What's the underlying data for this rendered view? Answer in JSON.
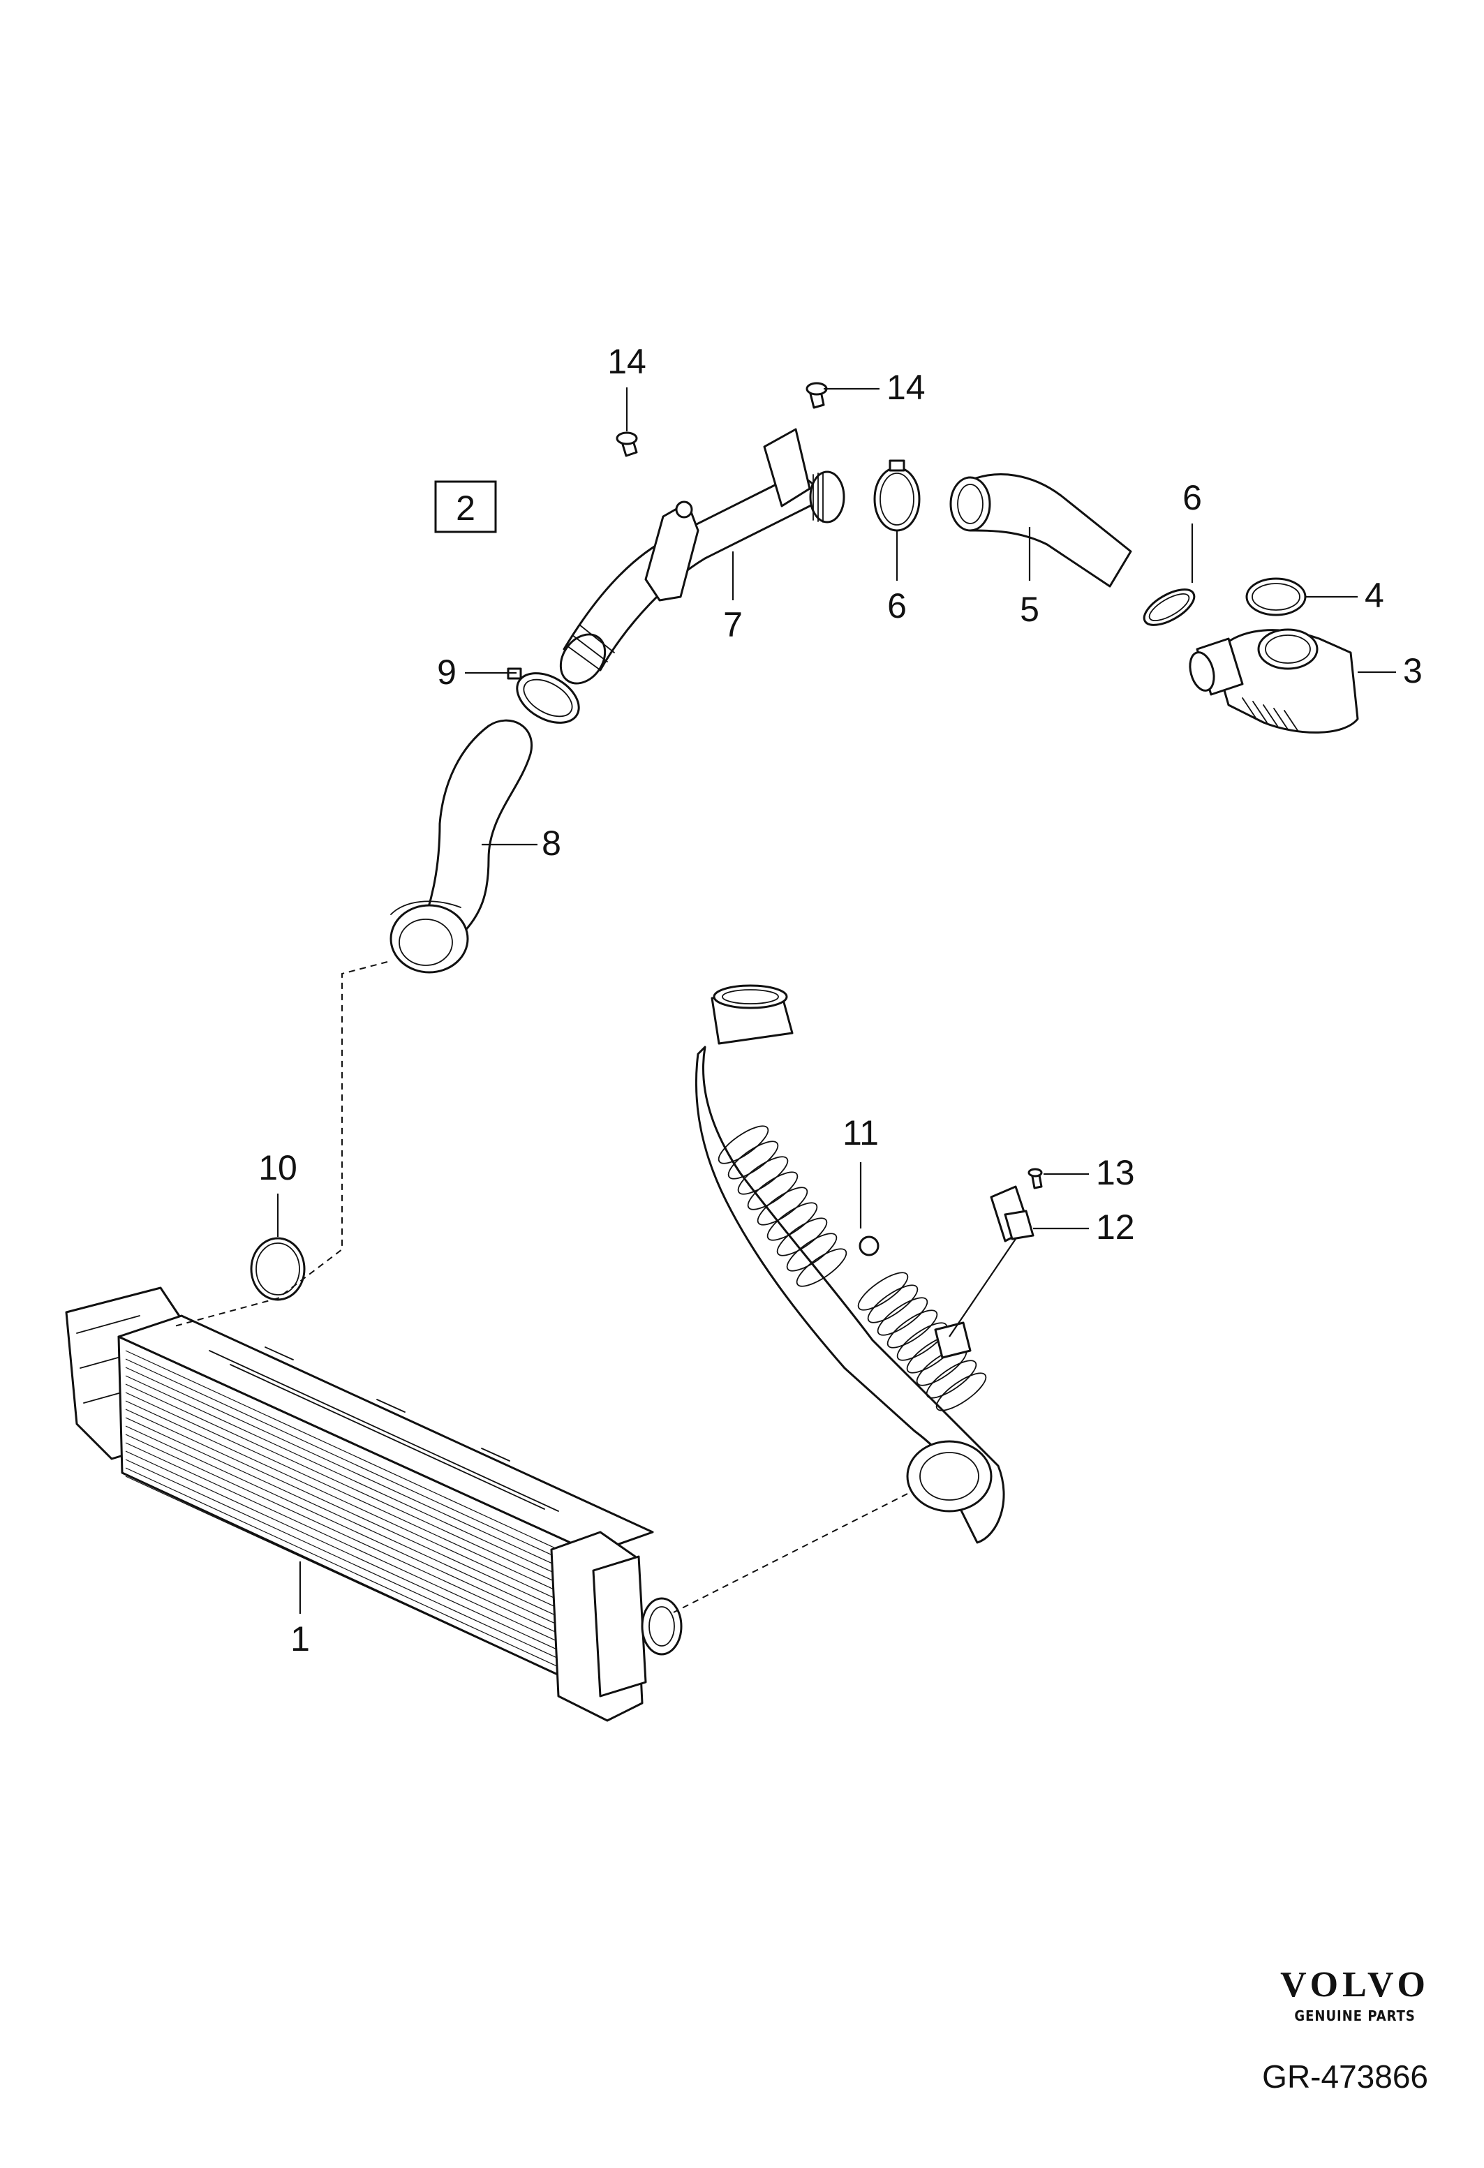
{
  "box_label": "2",
  "callouts": {
    "c1": "1",
    "c2_8": "8",
    "c3": "3",
    "c4": "4",
    "c5": "5",
    "c6a": "6",
    "c6b": "6",
    "c7": "7",
    "c9": "9",
    "c10": "10",
    "c11": "11",
    "c12": "12",
    "c13": "13",
    "c14a": "14",
    "c14b": "14"
  },
  "logo": {
    "wordmark": "VOLVO",
    "subtitle": "GENUINE PARTS"
  },
  "reference": "GR-473866"
}
